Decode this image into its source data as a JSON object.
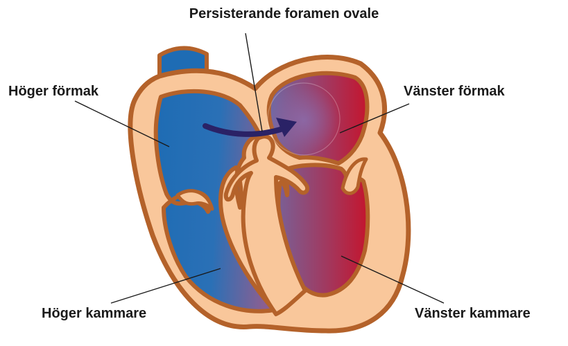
{
  "labels": {
    "pfo": "Persisterande foramen ovale",
    "right_atrium": "Höger förmak",
    "left_atrium": "Vänster förmak",
    "right_ventricle": "Höger kammare",
    "left_ventricle": "Vänster kammare"
  },
  "colors": {
    "outline": "#b4622a",
    "wall": "#f9c79b",
    "deoxygenated": "#1e6cb4",
    "oxygenated": "#c4152e",
    "flow_arrow": "#2a2266",
    "leader_line": "#1a1a1a"
  }
}
